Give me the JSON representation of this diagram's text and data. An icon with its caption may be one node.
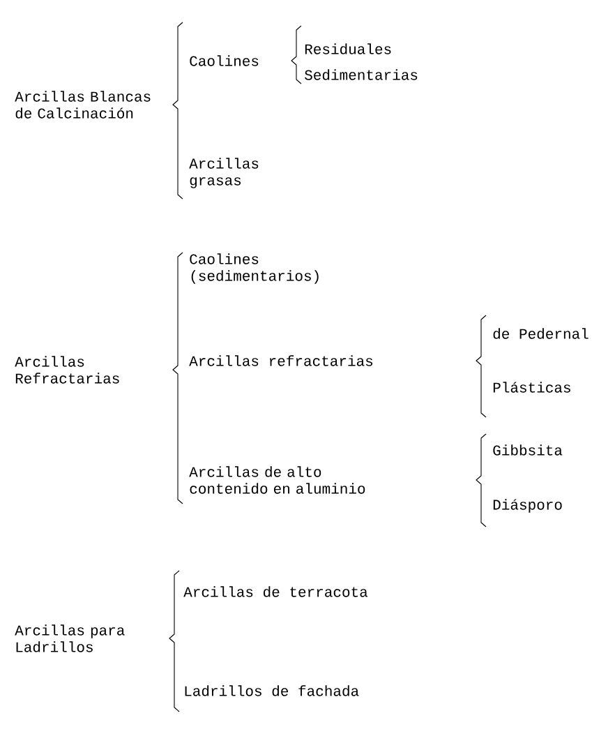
{
  "diagram": {
    "nodes": [
      {
        "text": [
          "Arcillas Blancas de Calcinación"
        ]
      },
      {
        "text": [
          "Caolines"
        ]
      },
      {
        "text": [
          "Residuales"
        ]
      },
      {
        "text": [
          "Sedimentarias"
        ]
      },
      {
        "text": [
          "Arcillas grasas"
        ]
      },
      {
        "text": [
          "Arcillas Refractarias"
        ]
      },
      {
        "text": [
          "Caolines (sedimentarios)"
        ]
      },
      {
        "text": [
          "Arcillas refractarias"
        ]
      },
      {
        "text": [
          "de Pedernal"
        ]
      },
      {
        "text": [
          "Plásticas"
        ]
      },
      {
        "text": [
          "Arcillas de alto contenido en aluminio"
        ]
      },
      {
        "text": [
          "Gibbsita"
        ]
      },
      {
        "text": [
          "Diásporo"
        ]
      },
      {
        "text": [
          "Arcillas para Ladrillos"
        ]
      },
      {
        "text": [
          "Arcillas de terracota"
        ]
      },
      {
        "text": [
          "Ladrillos de fachada"
        ]
      }
    ]
  }
}
